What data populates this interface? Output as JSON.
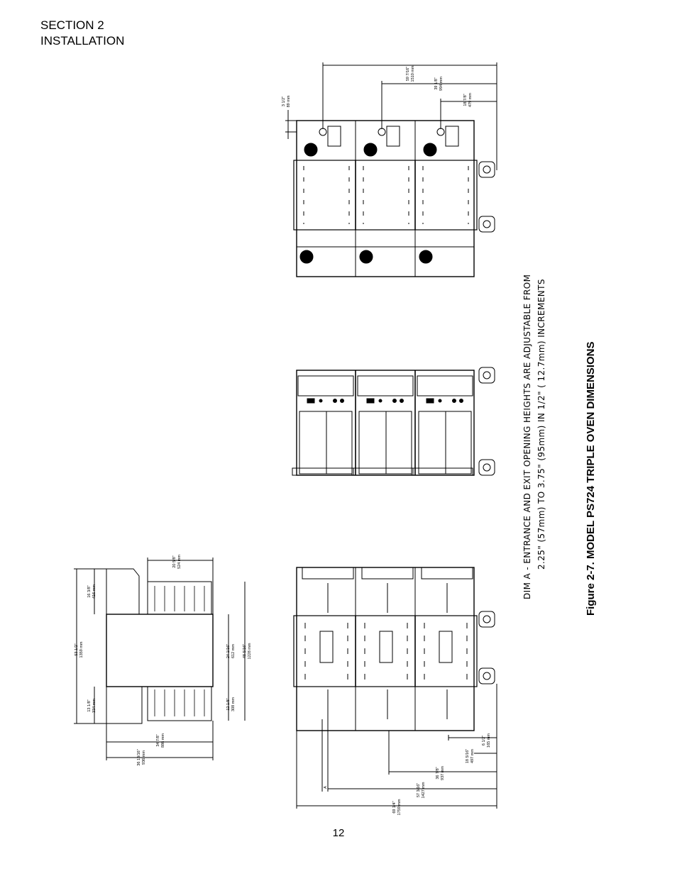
{
  "header": {
    "section": "SECTION 2",
    "title": "INSTALLATION"
  },
  "note": {
    "line1": "DIM  A   -  ENTRANCE  AND  EXIT  OPENING  HEIGHTS  ARE  ADJUSTABLE  FROM",
    "line2": "2.25\" (57mm) TO 3.75\" (95mm) IN 1/2\" ( 12.7mm) INCREMENTS"
  },
  "caption": "Figure 2-7.  MODEL PS724 TRIPLE OVEN DIMENSIONS",
  "page_number": "12",
  "dimensions": {
    "side": {
      "d1": "16 3/8\"",
      "d1mm": "416 mm",
      "d2": "53 1/2\"",
      "d2mm": "1359 mm",
      "d3": "13 1/8\"",
      "d3mm": "334 mm",
      "d4": "20 5/8\"",
      "d4mm": "524 mm",
      "d5": "24 1/16\"",
      "d5mm": "612 mm",
      "d6": "48 5/16\"",
      "d6mm": "1228 mm",
      "d7": "12 1/8\"",
      "d7mm": "308 mm",
      "d8": "34 7/8\"",
      "d8mm": "886 mm",
      "d9": "36 13/16\"",
      "d9mm": "936 mm"
    },
    "top": {
      "d1": "3 1/2\"",
      "d1mm": "89 mm",
      "d2": "59 7/16\"",
      "d2mm": "1510 mm",
      "d3": "39 1/8\"",
      "d3mm": "994 mm",
      "d4": "18 7/8\"",
      "d4mm": "479 mm"
    },
    "front": {
      "d1": "6 1/2\"",
      "d1mm": "165 mm",
      "d2": "18 5/16\"",
      "d2mm": "497 mm",
      "d3": "36 7/8\"",
      "d3mm": "937 mm",
      "d4": "57 3/16\"",
      "d4mm": "1427 mm",
      "d5": "69 1/4\"",
      "d5mm": "1759 mm",
      "a": "A"
    }
  }
}
